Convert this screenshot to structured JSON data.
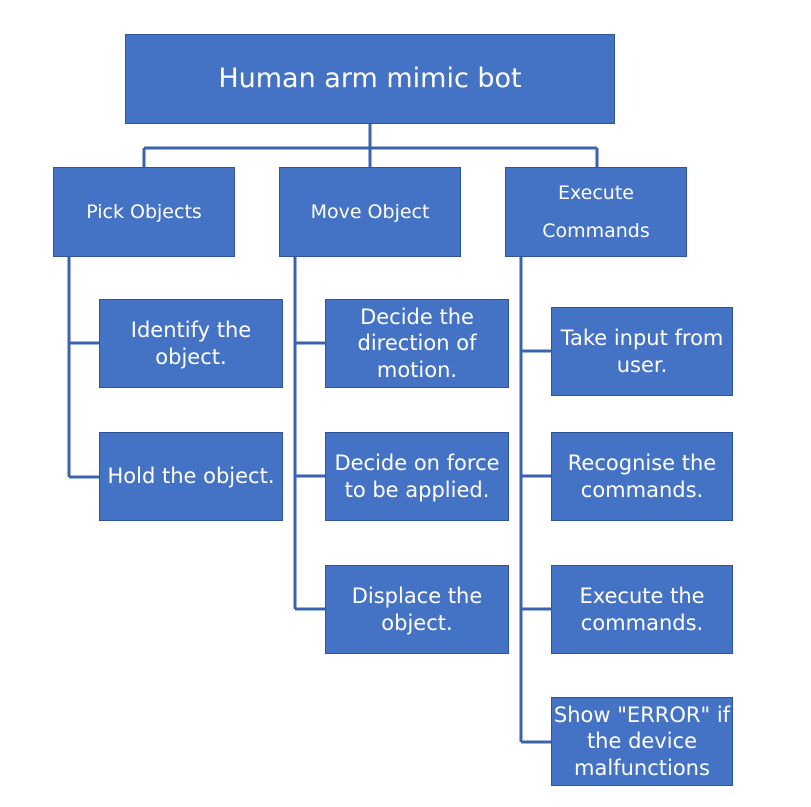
{
  "title": "Human arm mimic bot",
  "branches": [
    {
      "label": "Pick Objects",
      "children": [
        "Identify the object.",
        "Hold the object."
      ]
    },
    {
      "label": "Move Object",
      "children": [
        "Decide the direction of motion.",
        "Decide on force to be applied.",
        "Displace the object."
      ]
    },
    {
      "label_lines": [
        "Execute",
        "Commands"
      ],
      "children": [
        "Take input from user.",
        "Recognise the commands.",
        "Execute the commands.",
        "Show \"ERROR\" if the device malfunctions"
      ]
    }
  ],
  "colors": {
    "box_fill": "#4472C4",
    "connector": "#2F5597",
    "text": "#FFFFFF"
  }
}
